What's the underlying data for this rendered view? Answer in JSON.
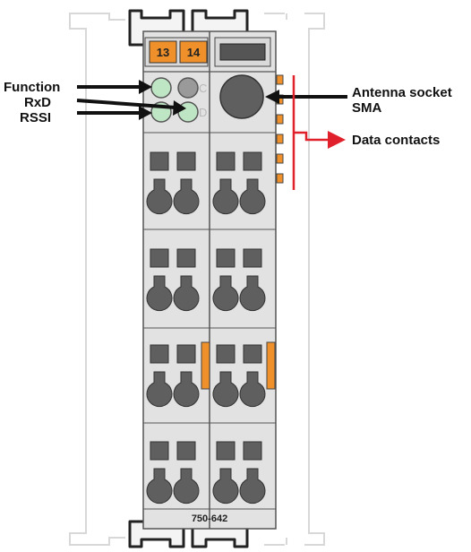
{
  "labels": {
    "function": "Function",
    "rxd": "RxD",
    "rssi": "RSSI",
    "antenna_line1": "Antenna socket",
    "antenna_line2": "SMA",
    "data_contacts": "Data contacts"
  },
  "led_letters": {
    "c": "C",
    "d": "D"
  },
  "terminals": {
    "left": "13",
    "right": "14"
  },
  "model": "750-642",
  "colors": {
    "housing": "#e2e2e2",
    "outline": "#555555",
    "accent_orange": "#f0902a",
    "led_green": "#bfe6c4",
    "led_grey": "#9a9a9a",
    "callout_red": "#e0202a",
    "rail": "#d8d8d8"
  }
}
